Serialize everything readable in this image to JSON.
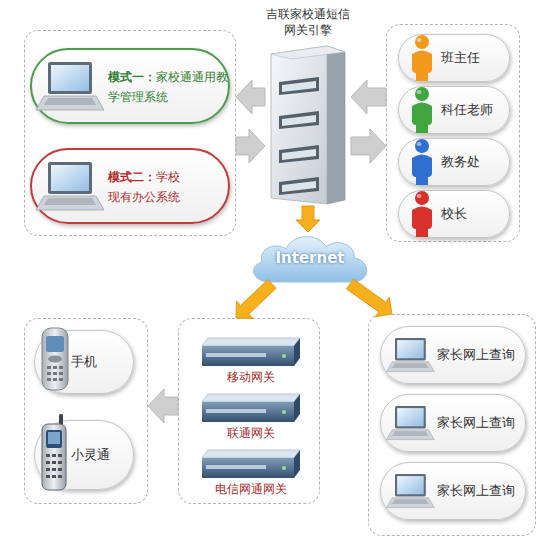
{
  "diagram": {
    "nodes": [
      {
        "text": [
          "吉联家校通短信网关引擎"
        ]
      },
      {
        "text": []
      },
      {
        "text": [
          "模式一：",
          "家校通通用教学管理系统"
        ],
        "in": 1
      },
      {
        "text": [
          "模式二：",
          "学校现有办公系统"
        ],
        "in": 1
      },
      {
        "text": []
      },
      {
        "text": [
          "班主任"
        ],
        "in": 4
      },
      {
        "text": [
          "科任老师"
        ],
        "in": 4
      },
      {
        "text": [
          "教务处"
        ],
        "in": 4
      },
      {
        "text": [
          "校长"
        ],
        "in": 4
      },
      {
        "text": [
          "Internet"
        ]
      },
      {
        "text": []
      },
      {
        "text": [
          "手机"
        ],
        "in": 10
      },
      {
        "text": [
          "小灵通"
        ],
        "in": 10
      },
      {
        "text": []
      },
      {
        "text": [
          "移动网关"
        ],
        "in": 13
      },
      {
        "text": [
          "联通网关"
        ],
        "in": 13
      },
      {
        "text": [
          "电信网通网关"
        ],
        "in": 13
      },
      {
        "text": []
      },
      {
        "text": [
          "家长网上查询"
        ],
        "in": 17
      },
      {
        "text": [
          "家长网上查询"
        ],
        "in": 17
      },
      {
        "text": [
          "家长网上查询"
        ],
        "in": 17
      }
    ],
    "edges": [
      {
        "from": 0,
        "to": 1,
        "arrow": "to"
      },
      {
        "from": 1,
        "to": 0,
        "arrow": "to"
      },
      {
        "from": 4,
        "to": 0,
        "arrow": "to"
      },
      {
        "from": 0,
        "to": 4,
        "arrow": "to"
      },
      {
        "from": 0,
        "to": 9,
        "arrow": "to"
      },
      {
        "from": 9,
        "to": 13,
        "arrow": "to"
      },
      {
        "from": 9,
        "to": 17,
        "arrow": "to"
      },
      {
        "from": 13,
        "to": 10,
        "arrow": "to"
      }
    ]
  }
}
